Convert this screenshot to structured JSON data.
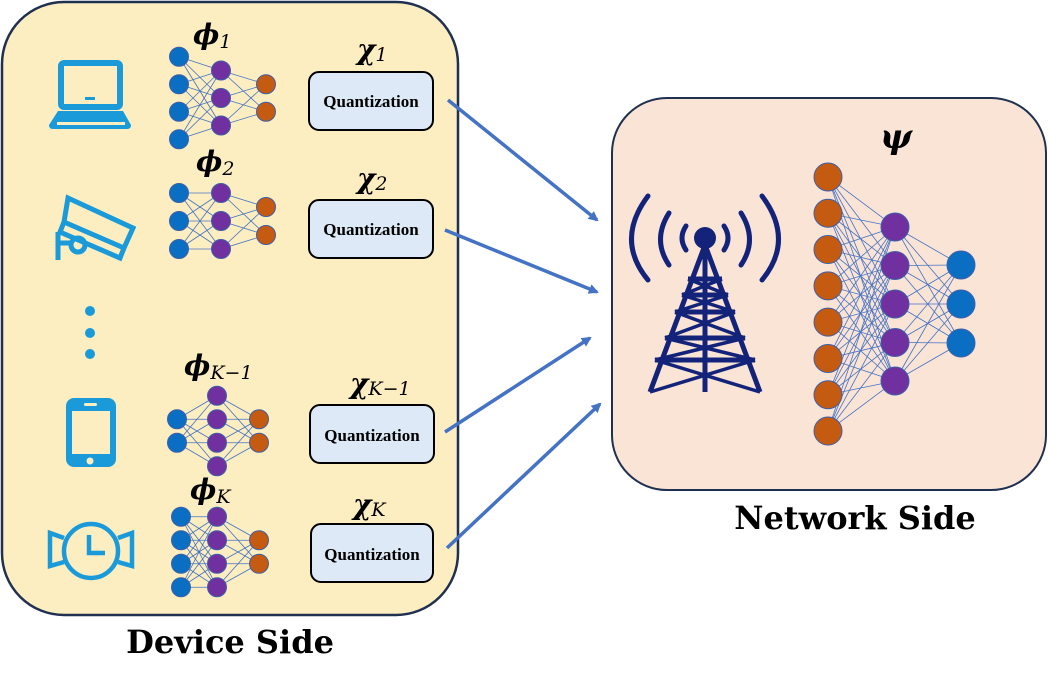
{
  "device_side": {
    "title": "Device Side",
    "devices": [
      {
        "icon": "laptop-icon",
        "model_symbol": "ϕ",
        "model_sub": "1",
        "quant_symbol": "χ",
        "quant_sub": "1",
        "quant_label": "Quantization",
        "layers": [
          4,
          3,
          2
        ]
      },
      {
        "icon": "security-camera-icon",
        "model_symbol": "ϕ",
        "model_sub": "2",
        "quant_symbol": "χ",
        "quant_sub": "2",
        "quant_label": "Quantization",
        "layers": [
          3,
          3,
          2
        ]
      },
      {
        "icon": "smartphone-icon",
        "model_symbol": "ϕ",
        "model_sub": "K−1",
        "quant_symbol": "χ",
        "quant_sub": "K−1",
        "quant_label": "Quantization",
        "layers": [
          2,
          4,
          2
        ]
      },
      {
        "icon": "smartwatch-icon",
        "model_symbol": "ϕ",
        "model_sub": "K",
        "quant_symbol": "χ",
        "quant_sub": "K",
        "quant_label": "Quantization",
        "layers": [
          4,
          4,
          2
        ]
      }
    ],
    "ellipsis_icon": "vertical-ellipsis-icon"
  },
  "network_side": {
    "title": "Network Side",
    "model_symbol": "ψ",
    "icon": "cell-tower-icon",
    "layers": [
      8,
      5,
      3
    ]
  },
  "colors": {
    "device_bg": "#FDEEC1",
    "network_bg": "#FAE4D6",
    "border": "#1F3050",
    "quant_fill": "#DDE9F6",
    "arrow": "#4472C4",
    "node_blue": "#0A6FC2",
    "node_purple": "#7030A0",
    "node_orange": "#C55A11",
    "edge": "#4472C4",
    "icon_blue": "#1A9AD9",
    "tower": "#13237A"
  }
}
